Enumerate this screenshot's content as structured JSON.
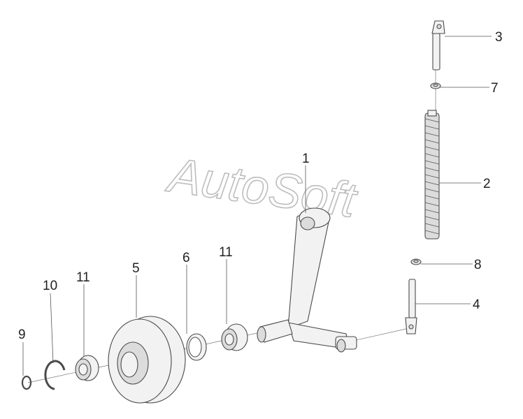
{
  "watermark": "AutoSoft",
  "callouts": [
    {
      "id": "callout-1",
      "text": "1"
    },
    {
      "id": "callout-2",
      "text": "2"
    },
    {
      "id": "callout-3",
      "text": "3"
    },
    {
      "id": "callout-4",
      "text": "4"
    },
    {
      "id": "callout-5",
      "text": "5"
    },
    {
      "id": "callout-6",
      "text": "6"
    },
    {
      "id": "callout-7",
      "text": "7"
    },
    {
      "id": "callout-8",
      "text": "8"
    },
    {
      "id": "callout-9",
      "text": "9"
    },
    {
      "id": "callout-10",
      "text": "10"
    },
    {
      "id": "callout-11a",
      "text": "11"
    },
    {
      "id": "callout-11b",
      "text": "11"
    }
  ]
}
